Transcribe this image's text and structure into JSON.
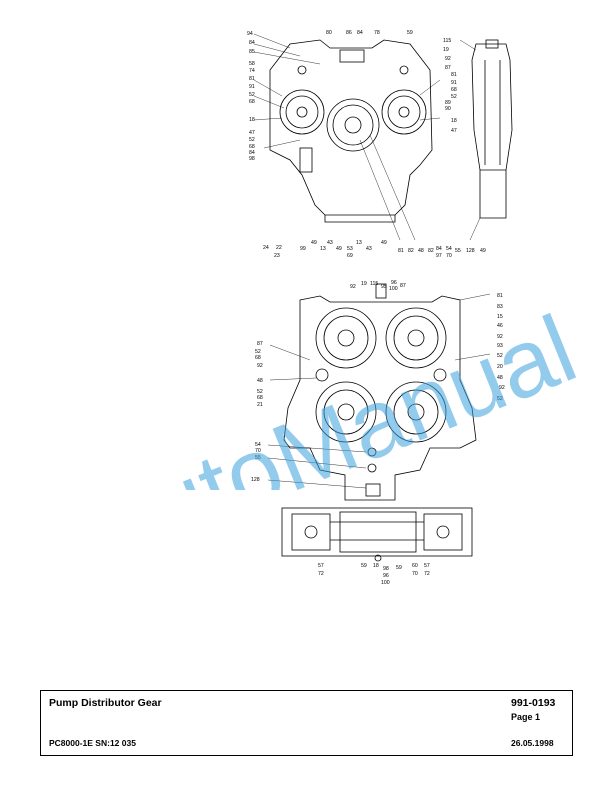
{
  "watermark": "AutoManual",
  "footer": {
    "title": "Pump Distributor Gear",
    "doc_number": "991-0193",
    "page": "Page 1",
    "model": "PC8000-1E SN:12 035",
    "date": "26.05.1998"
  },
  "callouts": {
    "top_view": {
      "l1": "94",
      "l2": "84",
      "l3": "85",
      "l4": "58",
      "l5": "74",
      "l6": "81",
      "l7": "91",
      "l8": "52",
      "l9": "68",
      "l10": "18",
      "l11": "47",
      "l12": "52",
      "l13": "68",
      "l14": "84",
      "l15": "98",
      "t1": "80",
      "t2": "86",
      "t3": "84",
      "t4": "78",
      "t5": "59",
      "b1": "24",
      "b2": "22",
      "b3": "23",
      "b4": "99",
      "b5": "49",
      "b6": "43",
      "b7": "13",
      "b8": "49",
      "b9": "53",
      "b10": "69",
      "b11": "13",
      "b12": "43",
      "b13": "49",
      "b14": "81",
      "b15": "82",
      "b16": "48",
      "b17": "82",
      "r1": "81",
      "r2": "91",
      "r3": "68",
      "r4": "52",
      "r5": "89",
      "r6": "90",
      "r7": "18",
      "r8": "47"
    },
    "side_view": {
      "s1": "115",
      "s2": "19",
      "s3": "92",
      "s4": "87",
      "s5": "84",
      "s6": "97",
      "s7": "54",
      "s8": "70",
      "s9": "55",
      "s10": "128",
      "s11": "49"
    },
    "front_view": {
      "f1": "92",
      "f2": "19",
      "f3": "115",
      "f4": "95",
      "f5": "96",
      "f6": "100",
      "f7": "87",
      "f8": "81",
      "f9": "83",
      "f10": "15",
      "f11": "46",
      "f12": "92",
      "f13": "93",
      "f14": "52",
      "f15": "20",
      "f16": "48",
      "f17": "92",
      "f18": "52",
      "f19": "87",
      "f20": "52",
      "f21": "68",
      "f22": "92",
      "f23": "48",
      "f24": "52",
      "f25": "68",
      "f26": "21",
      "f27": "54",
      "f28": "70",
      "f29": "55",
      "f30": "128"
    },
    "bottom_view": {
      "g1": "57",
      "g2": "72",
      "g3": "59",
      "g4": "18",
      "g5": "98",
      "g6": "96",
      "g7": "100",
      "g8": "59",
      "g9": "60",
      "g10": "70",
      "g11": "57",
      "g12": "72"
    }
  }
}
